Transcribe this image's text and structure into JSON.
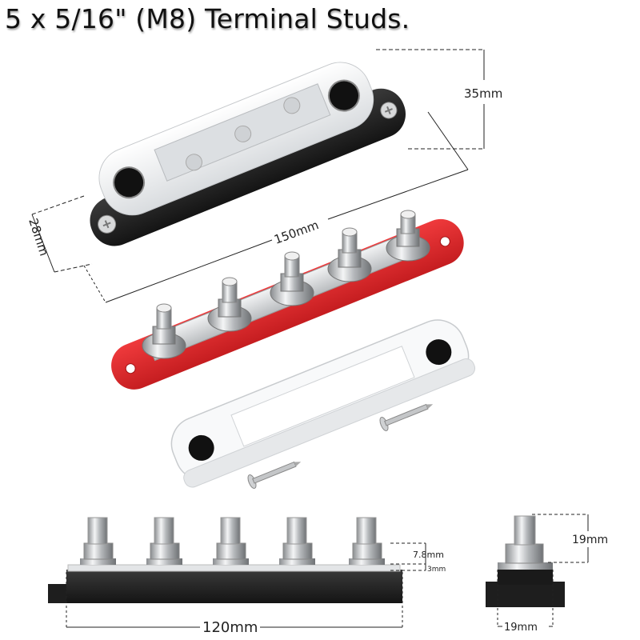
{
  "title": "5 x 5/16\" (M8) Terminal Studs.",
  "colors": {
    "base_black": "#1e1e1e",
    "base_red": "#e3282b",
    "chrome": "#c9cbcd",
    "cover_clear": "#eef0f2",
    "dimension_line": "#222222"
  },
  "product": {
    "stud_count": 5,
    "stud_size": "5/16\" (M8)",
    "views": [
      {
        "name": "assembled-black-busbar-with-cover"
      },
      {
        "name": "red-busbar-with-studs"
      },
      {
        "name": "clear-cover"
      },
      {
        "name": "mounting-screws",
        "count": 2
      },
      {
        "name": "front-view"
      },
      {
        "name": "side-view"
      }
    ]
  },
  "dimensions": {
    "height_total": "35mm",
    "width_base": "28mm",
    "length_total": "150mm",
    "stud_spacing_span": "120mm",
    "nut_height": "7.8mm",
    "plate_thickness": "3mm",
    "stud_height_side": "19mm",
    "base_width_side": "19mm"
  }
}
